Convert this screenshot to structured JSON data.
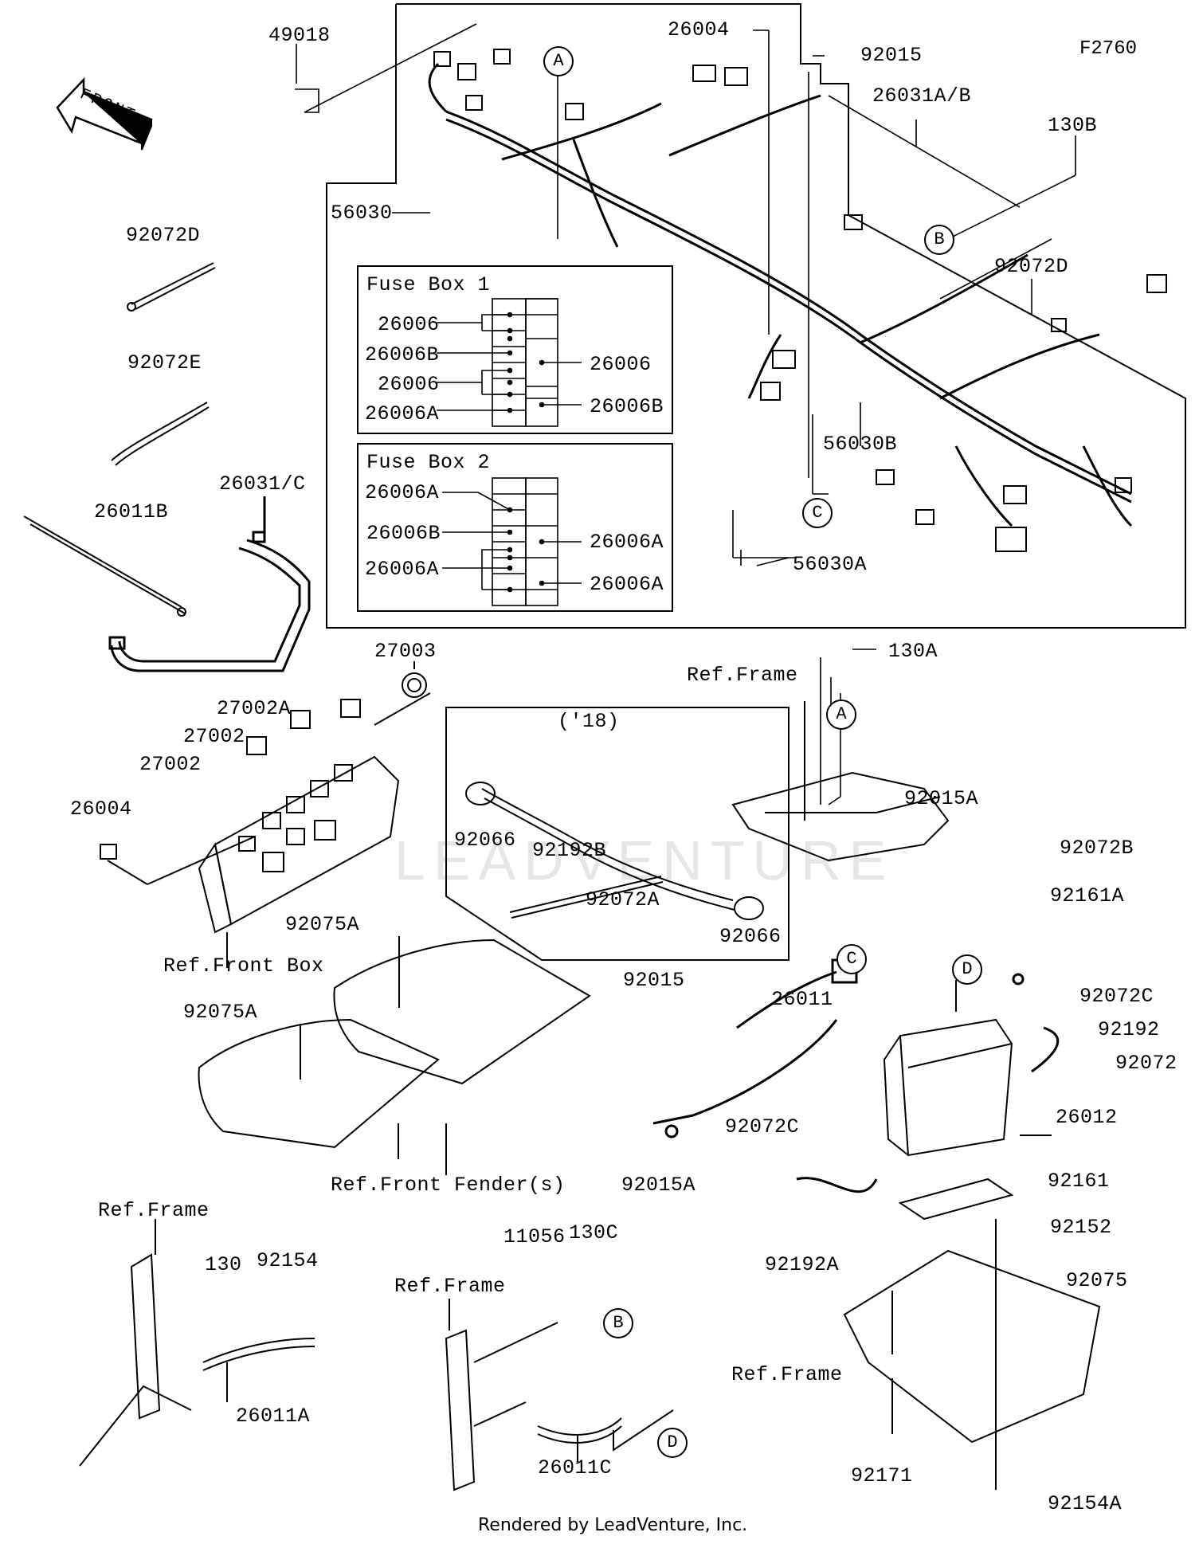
{
  "figure_code": "F2760",
  "front_label": "FRONT",
  "watermark": "LEADVENTURE",
  "footer": "Rendered by LeadVenture, Inc.",
  "year_note": "('18)",
  "fuse_box_1": {
    "title": "Fuse Box 1",
    "left_labels": [
      "26006",
      "26006B",
      "26006",
      "26006A"
    ],
    "right_labels": [
      "26006",
      "26006B"
    ]
  },
  "fuse_box_2": {
    "title": "Fuse Box 2",
    "left_labels": [
      "26006A",
      "26006B",
      "26006A"
    ],
    "right_labels": [
      "26006A",
      "26006A"
    ]
  },
  "callouts": [
    "A",
    "B",
    "C",
    "D"
  ],
  "parts": {
    "p49018": "49018",
    "p26004_top": "26004",
    "p92015_top": "92015",
    "p26031ab": "26031A/B",
    "p130b": "130B",
    "p56030": "56030",
    "p92072d_left": "92072D",
    "p92072d_right": "92072D",
    "p92072e": "92072E",
    "p26011b": "26011B",
    "p26031c": "26031/C",
    "p56030b": "56030B",
    "p56030a": "56030A",
    "p27003": "27003",
    "p27002a": "27002A",
    "p27002_1": "27002",
    "p27002_2": "27002",
    "p26004_left": "26004",
    "p92066_1": "92066",
    "p92192b": "92192B",
    "p92072a": "92072A",
    "p92066_2": "92066",
    "ref_frame_top": "Ref.Frame",
    "p130a": "130A",
    "p92015a_top": "92015A",
    "p92072b": "92072B",
    "p92161a": "92161A",
    "ref_front_box": "Ref.Front Box",
    "p92075a_1": "92075A",
    "p92075a_2": "92075A",
    "p92015_mid": "92015",
    "p26011": "26011",
    "p92072c_right": "92072C",
    "p92192": "92192",
    "p92072": "92072",
    "p26012": "26012",
    "p92015a_mid": "92015A",
    "p92072c_mid": "92072C",
    "p92161": "92161",
    "ref_front_fenders": "Ref.Front Fender(s)",
    "ref_frame_bl": "Ref.Frame",
    "p130": "130",
    "p92154": "92154",
    "p26011a": "26011A",
    "p11056": "11056",
    "p130c": "130C",
    "ref_frame_bm": "Ref.Frame",
    "p26011c": "26011C",
    "p92192a": "92192A",
    "p92152": "92152",
    "p92075": "92075",
    "ref_frame_br": "Ref.Frame",
    "p92171": "92171",
    "p92154a": "92154A"
  }
}
